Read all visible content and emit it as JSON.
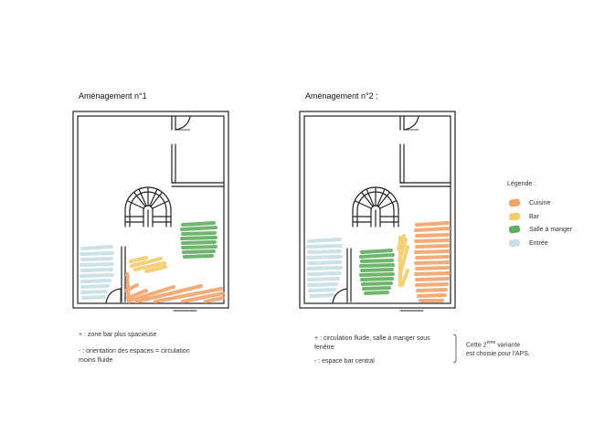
{
  "plans": [
    {
      "title": "Aménagement n°1",
      "notes": [
        "+ :  zone bar plus spacieuse",
        "- : orientation des espaces = circulation",
        "moins fluide"
      ]
    },
    {
      "title": "Aménagement n°2 :",
      "notes": [
        "+ :  circulation fluide, salle à manger sous",
        "fenêtre",
        "- : espace bar central"
      ]
    }
  ],
  "legend": {
    "title": "Légende :",
    "items": [
      {
        "label": "Cuisine",
        "color": "#f2a36a"
      },
      {
        "label": "Bar",
        "color": "#f5cc6a"
      },
      {
        "label": "Salle à manger",
        "color": "#5fae5f"
      },
      {
        "label": "Entrée",
        "color": "#c7dfe6"
      }
    ]
  },
  "side_note": {
    "line1_prefix": "Cette 2",
    "line1_sup": "ème",
    "line1_suffix": " variante",
    "line2": "est choisie pour l'APS."
  }
}
